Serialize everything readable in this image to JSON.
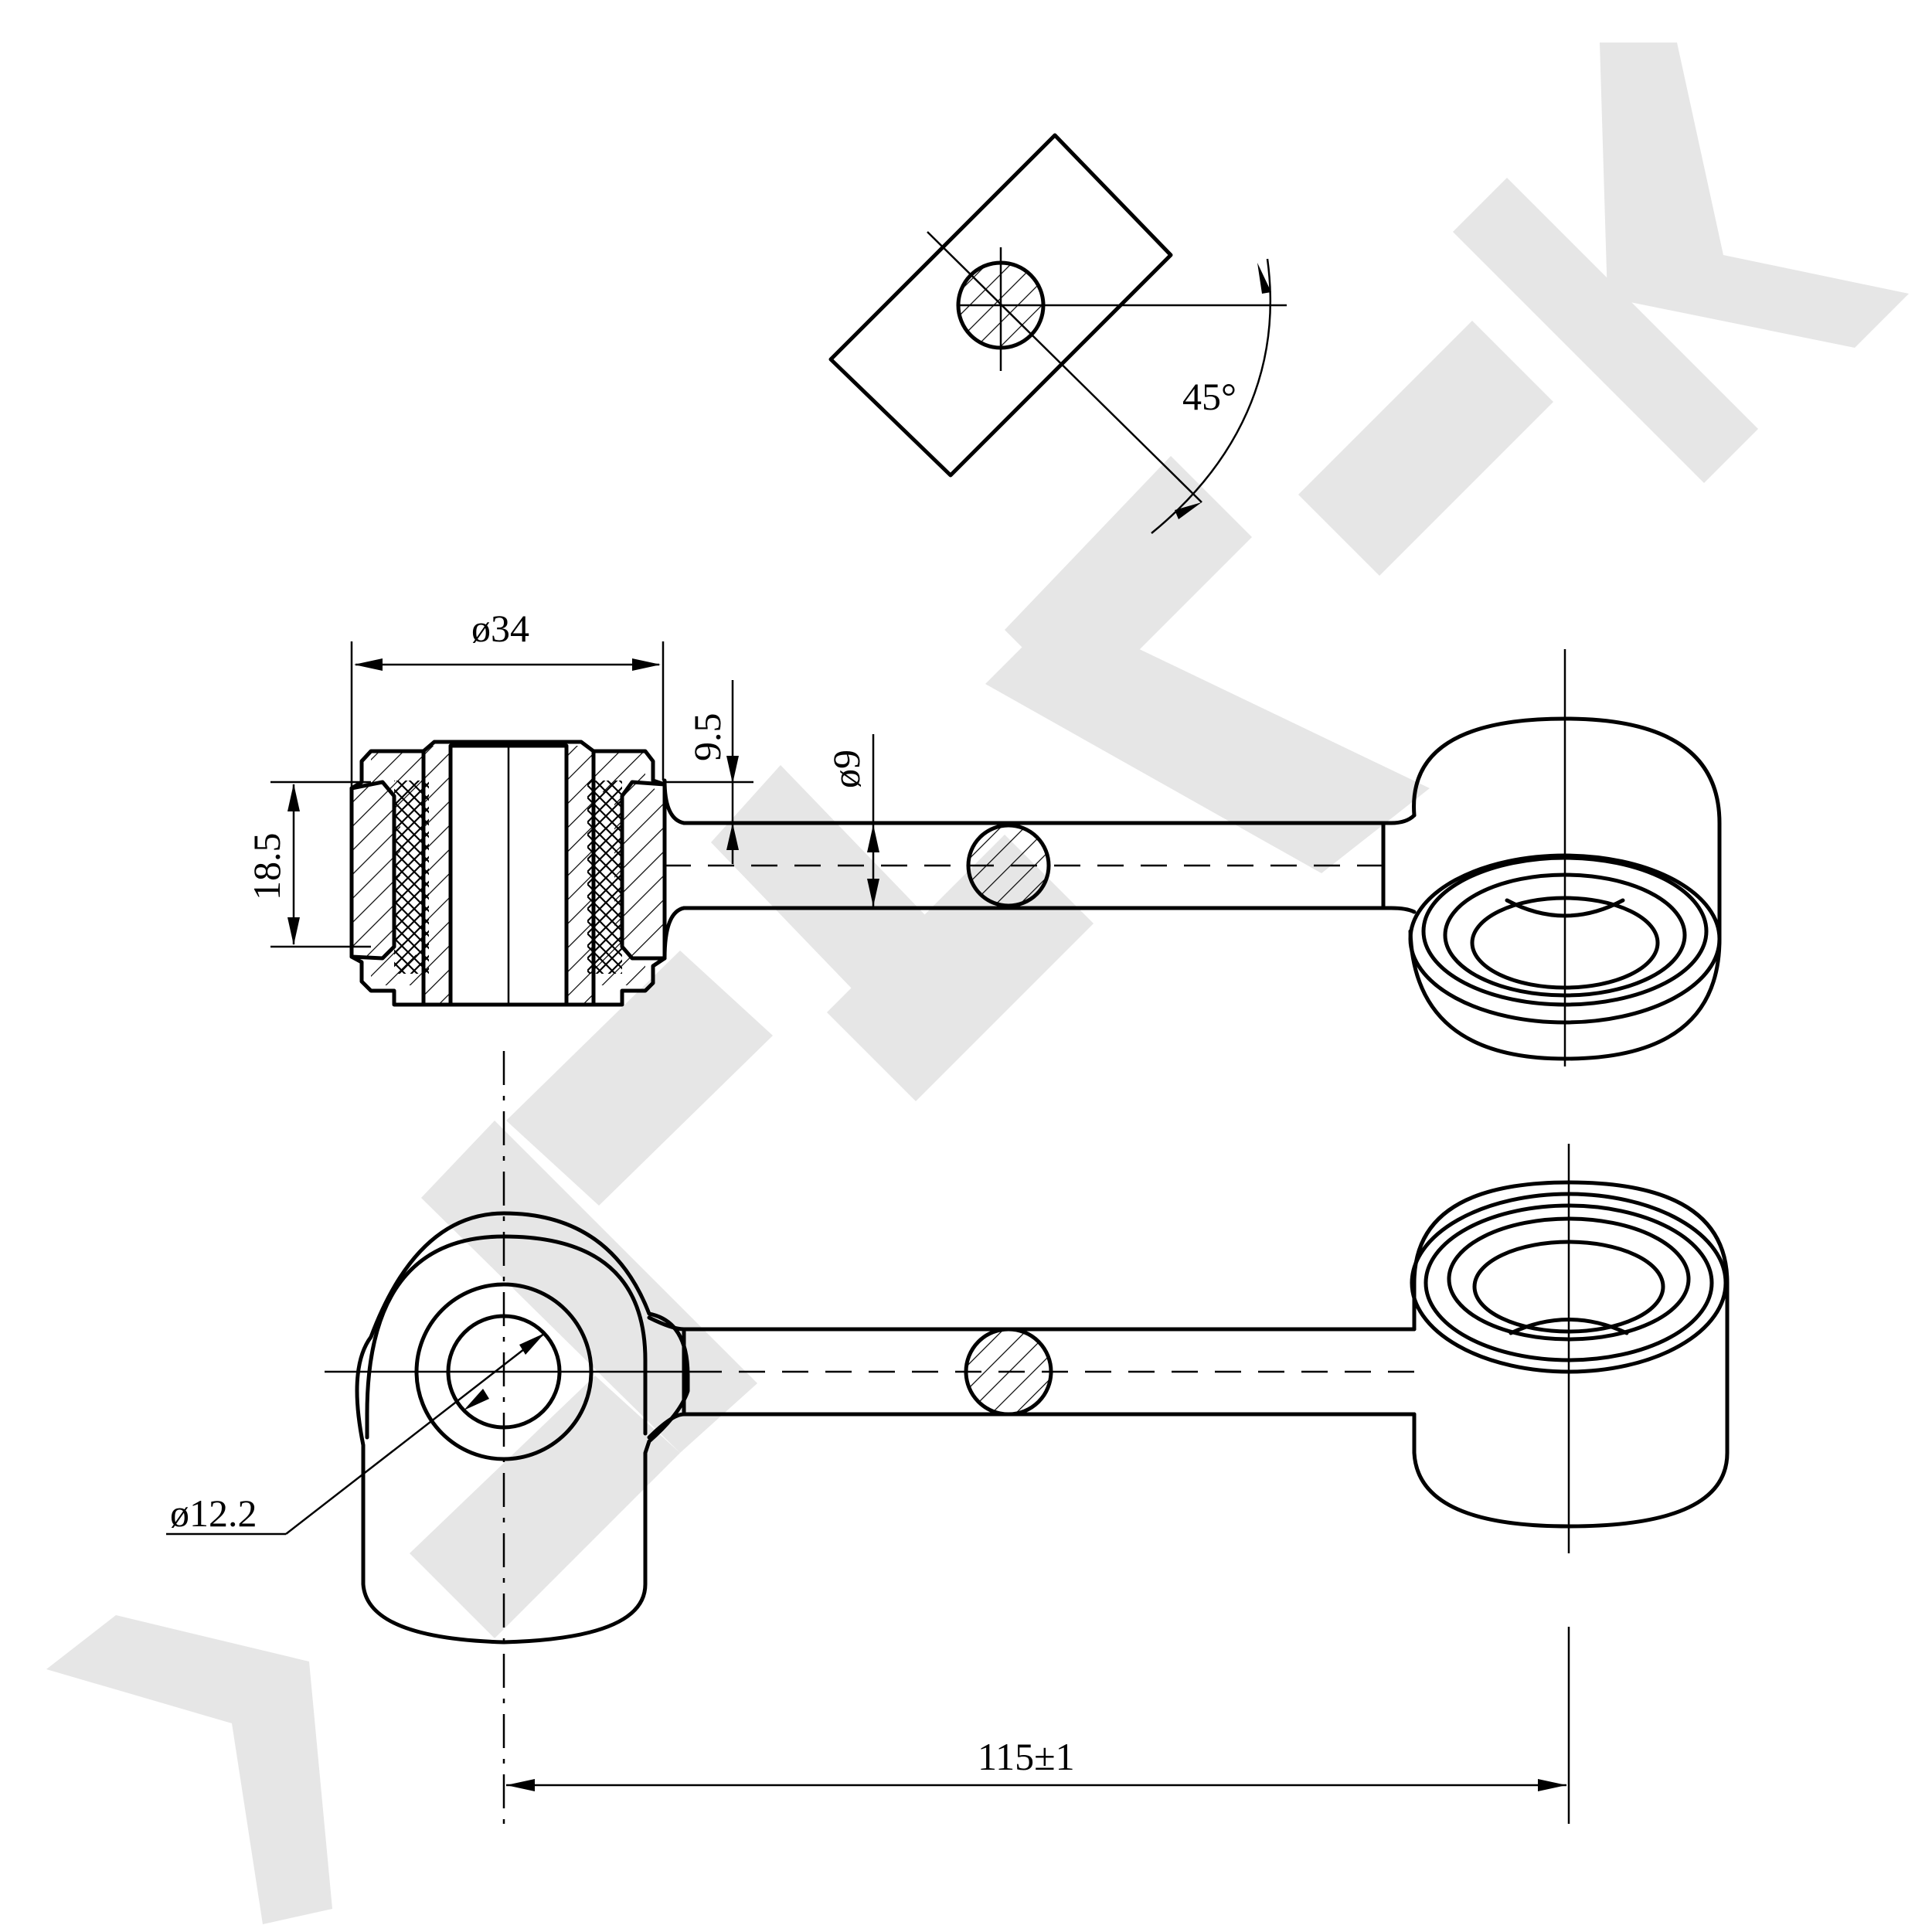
{
  "watermark": {
    "text": "ZENNEK",
    "color": "#e6e6e6"
  },
  "dimensions": {
    "section_angle": "45°",
    "bushing_outer_diameter": "ø34",
    "bushing_height": "18.5",
    "flange_offset": "9.5",
    "rod_diameter": "ø9",
    "eye_bore_diameter": "ø12.2",
    "center_distance": "115±1"
  },
  "colors": {
    "line": "#000000",
    "watermark": "#e6e6e6",
    "background": "#ffffff"
  }
}
